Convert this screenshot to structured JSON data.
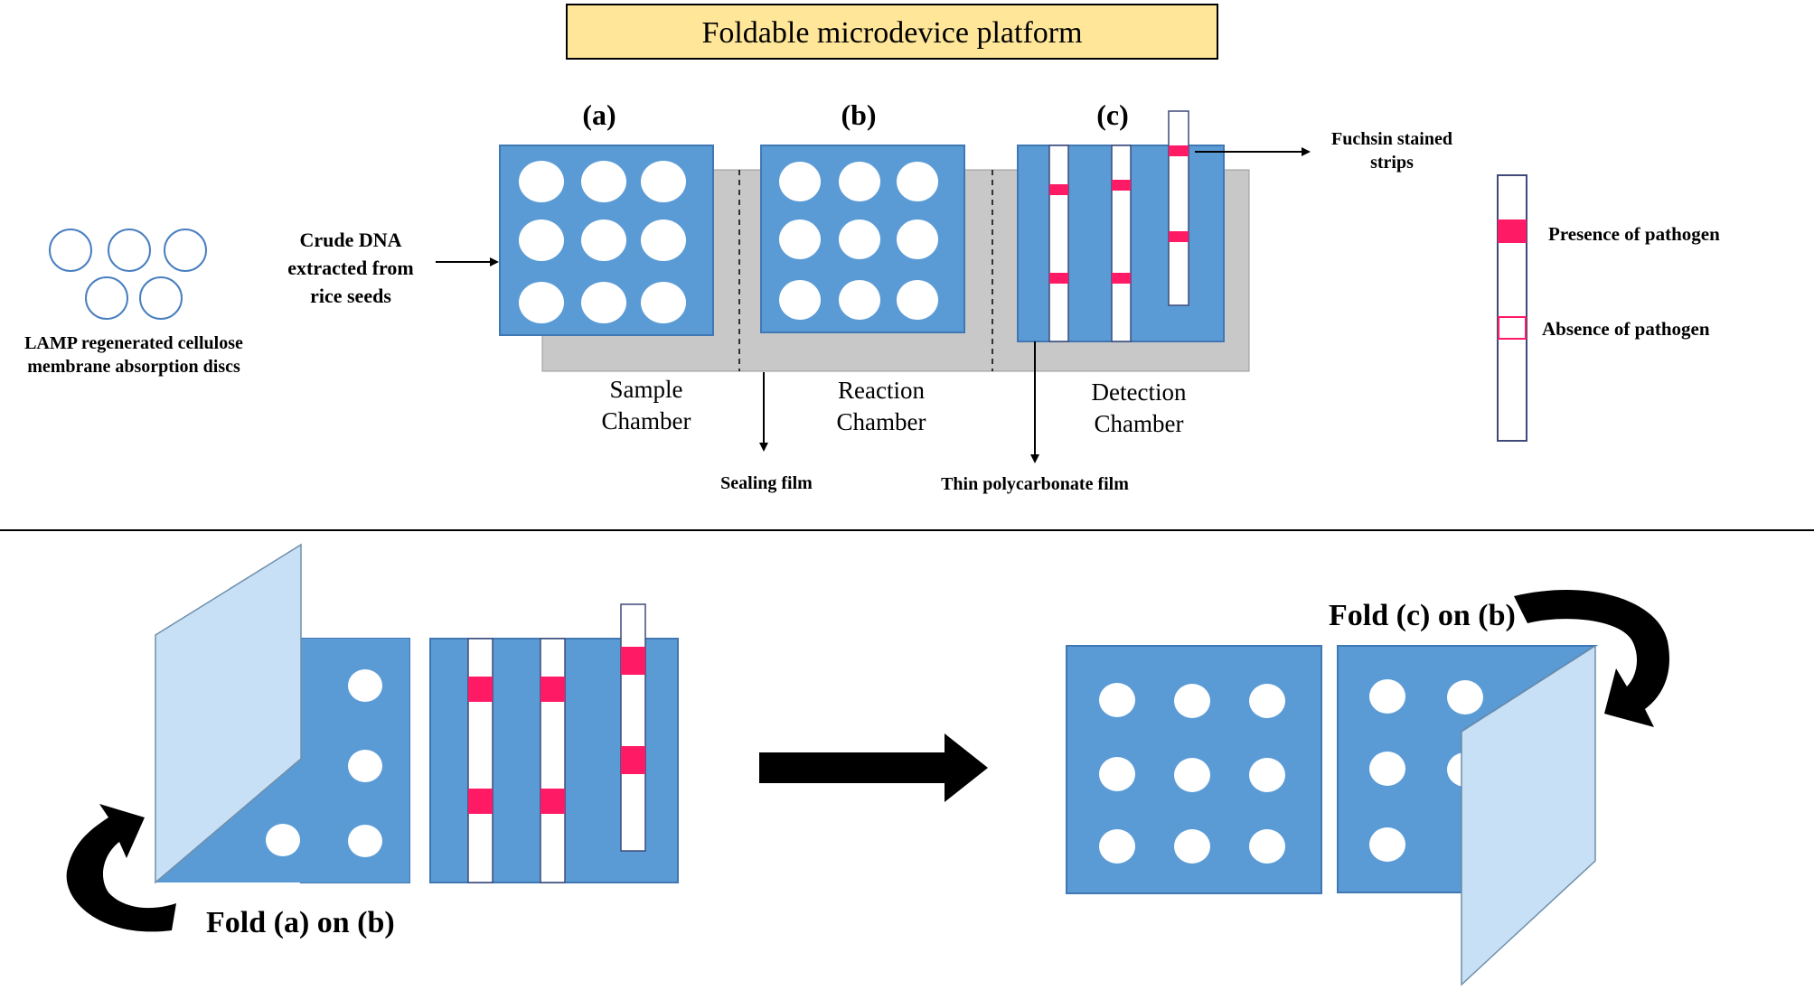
{
  "title": "Foldable microdevice platform",
  "panel_labels": {
    "a": "(a)",
    "b": "(b)",
    "c": "(c)"
  },
  "left_discs_label": [
    "LAMP regenerated cellulose",
    "membrane absorption discs"
  ],
  "crude_dna_label": [
    "Crude DNA",
    "extracted from",
    "rice seeds"
  ],
  "fuchsin_label": [
    "Fuchsin stained",
    "strips"
  ],
  "chambers": {
    "sample": [
      "Sample",
      "Chamber"
    ],
    "reaction": [
      "Reaction",
      "Chamber"
    ],
    "detection": [
      "Detection",
      "Chamber"
    ]
  },
  "sealing_film_label": "Sealing film",
  "polycarbonate_label": "Thin polycarbonate film",
  "legend": {
    "presence": "Presence of pathogen",
    "absence": "Absence of pathogen"
  },
  "fold_a_label": "Fold (a) on (b)",
  "fold_c_label": "Fold (c) on (b)",
  "colors": {
    "panel_blue": "#5b9bd5",
    "panel_border": "#3f78b3",
    "base_gray": "#c8c8c8",
    "pathogen_pink": "#ff1a66",
    "title_box": "#ffe699",
    "flap_light": "#c7e0f6",
    "disc_outline": "#4a7fc0"
  }
}
